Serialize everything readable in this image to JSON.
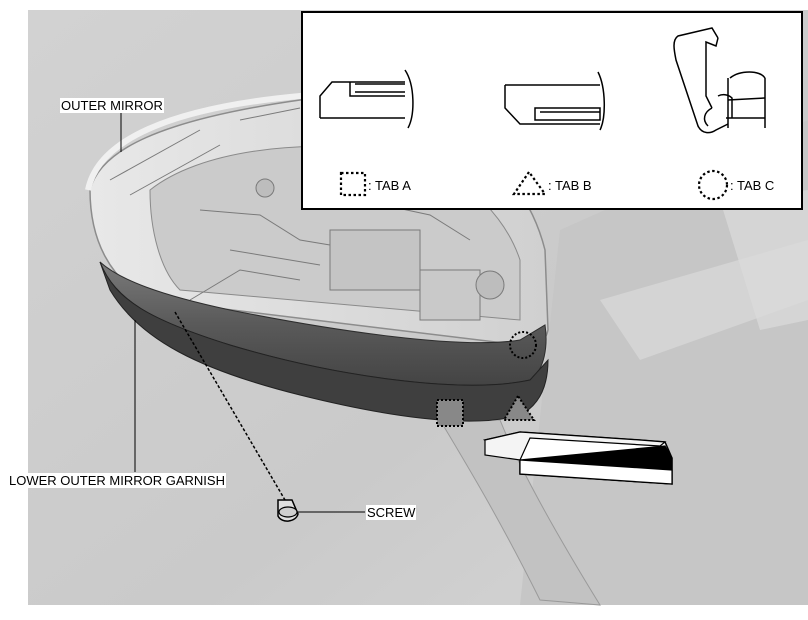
{
  "labels": {
    "outer_mirror": "OUTER MIRROR",
    "lower_garnish": "LOWER OUTER MIRROR GARNISH",
    "screw": "SCREW"
  },
  "legend": {
    "tab_a": ": TAB A",
    "tab_b": ": TAB B",
    "tab_c": ": TAB C"
  },
  "colors": {
    "background": "#cfcfcf",
    "garnish": "#5e5e5e",
    "housing": "#d9d9d9",
    "outline": "#000000"
  },
  "icons": [
    "square-tab-icon",
    "triangle-tab-icon",
    "circle-tab-icon",
    "direction-arrow-icon",
    "screw-icon"
  ]
}
